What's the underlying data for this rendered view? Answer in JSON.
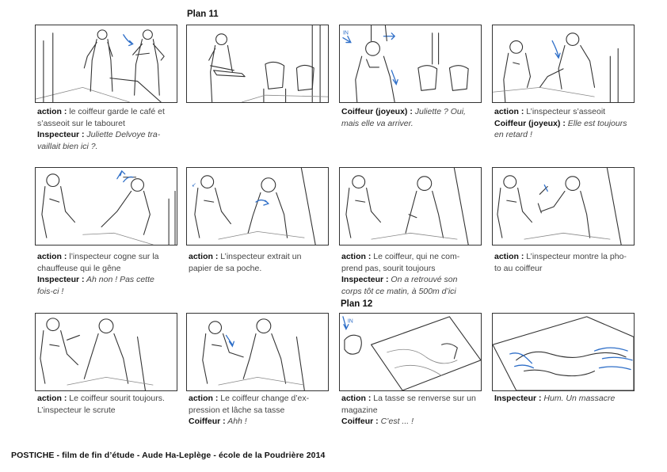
{
  "plans": [
    {
      "label": "Plan 11"
    },
    {
      "label": "Plan 12"
    }
  ],
  "panels": [
    {
      "id": "p1",
      "caption": [
        {
          "label": "action :",
          "text": " le coiffeur garde le café et"
        },
        {
          "text": "s’asseoit sur le tabouret"
        },
        {
          "label": "Inspecteur :",
          "italic": " Juliette Delvoye tra-"
        },
        {
          "italic": "vaillait bien ici ?."
        }
      ]
    },
    {
      "id": "p2",
      "caption": []
    },
    {
      "id": "p3",
      "caption": [
        {
          "label": "Coiffeur (joyeux) :",
          "italic": " Juliette  ? Oui,"
        },
        {
          "italic": "mais elle va arriver."
        }
      ]
    },
    {
      "id": "p4",
      "caption": [
        {
          "label": "action :",
          "text": " L’inspecteur s’asseoit"
        },
        {
          "label": "Coiffeur (joyeux) :",
          "italic": " Elle est toujours"
        },
        {
          "italic": "en retard !"
        }
      ]
    },
    {
      "id": "p5",
      "caption": [
        {
          "label": "action :",
          "text": " l’inspecteur cogne sur la"
        },
        {
          "text": "chauffeuse qui le gêne"
        },
        {
          "label": "Inspecteur :",
          "italic": " Ah non ! Pas cette"
        },
        {
          "italic": "fois-ci !"
        }
      ]
    },
    {
      "id": "p6",
      "caption": [
        {
          "label": "action :",
          "text": " L’inspecteur extrait un"
        },
        {
          "text": "papier de sa poche."
        }
      ]
    },
    {
      "id": "p7",
      "caption": [
        {
          "label": "action :",
          "text": " Le coiffeur, qui ne com-"
        },
        {
          "text": "prend pas, sourit toujours"
        },
        {
          "label": "Inspecteur :",
          "italic": " On a retrouvé son"
        },
        {
          "italic": "corps tôt ce matin, à 500m d’ici"
        }
      ]
    },
    {
      "id": "p8",
      "caption": [
        {
          "label": "action :",
          "text": " L’inspecteur montre la pho-"
        },
        {
          "text": "to au coiffeur"
        }
      ]
    },
    {
      "id": "p9",
      "caption": [
        {
          "label": "action :",
          "text": " Le coiffeur sourit toujours."
        },
        {
          "text": "L’inspecteur le scrute"
        }
      ]
    },
    {
      "id": "p10",
      "caption": [
        {
          "label": "action :",
          "text": " Le coiffeur change d’ex-"
        },
        {
          "text": "pression et lâche sa tasse"
        },
        {
          "label": "Coiffeur :",
          "italic": " Ahh !"
        }
      ]
    },
    {
      "id": "p11",
      "caption": [
        {
          "label": "action :",
          "text": " La tasse se renverse sur un"
        },
        {
          "text": "magazine"
        },
        {
          "label": "Coiffeur :",
          "italic": " C’est ... !"
        }
      ]
    },
    {
      "id": "p12",
      "caption": [
        {
          "label": "Inspecteur :",
          "italic": " Hum. Un massacre"
        }
      ]
    }
  ],
  "annotations": {
    "in_label": "IN"
  },
  "colors": {
    "sketch_line": "#333333",
    "arrow_blue": "#2f6fc8",
    "caption_text": "#444444"
  },
  "footer": {
    "text": "POSTICHE - film de fin d’étude - Aude Ha-Leplège - école de la Poudrière 2014"
  }
}
